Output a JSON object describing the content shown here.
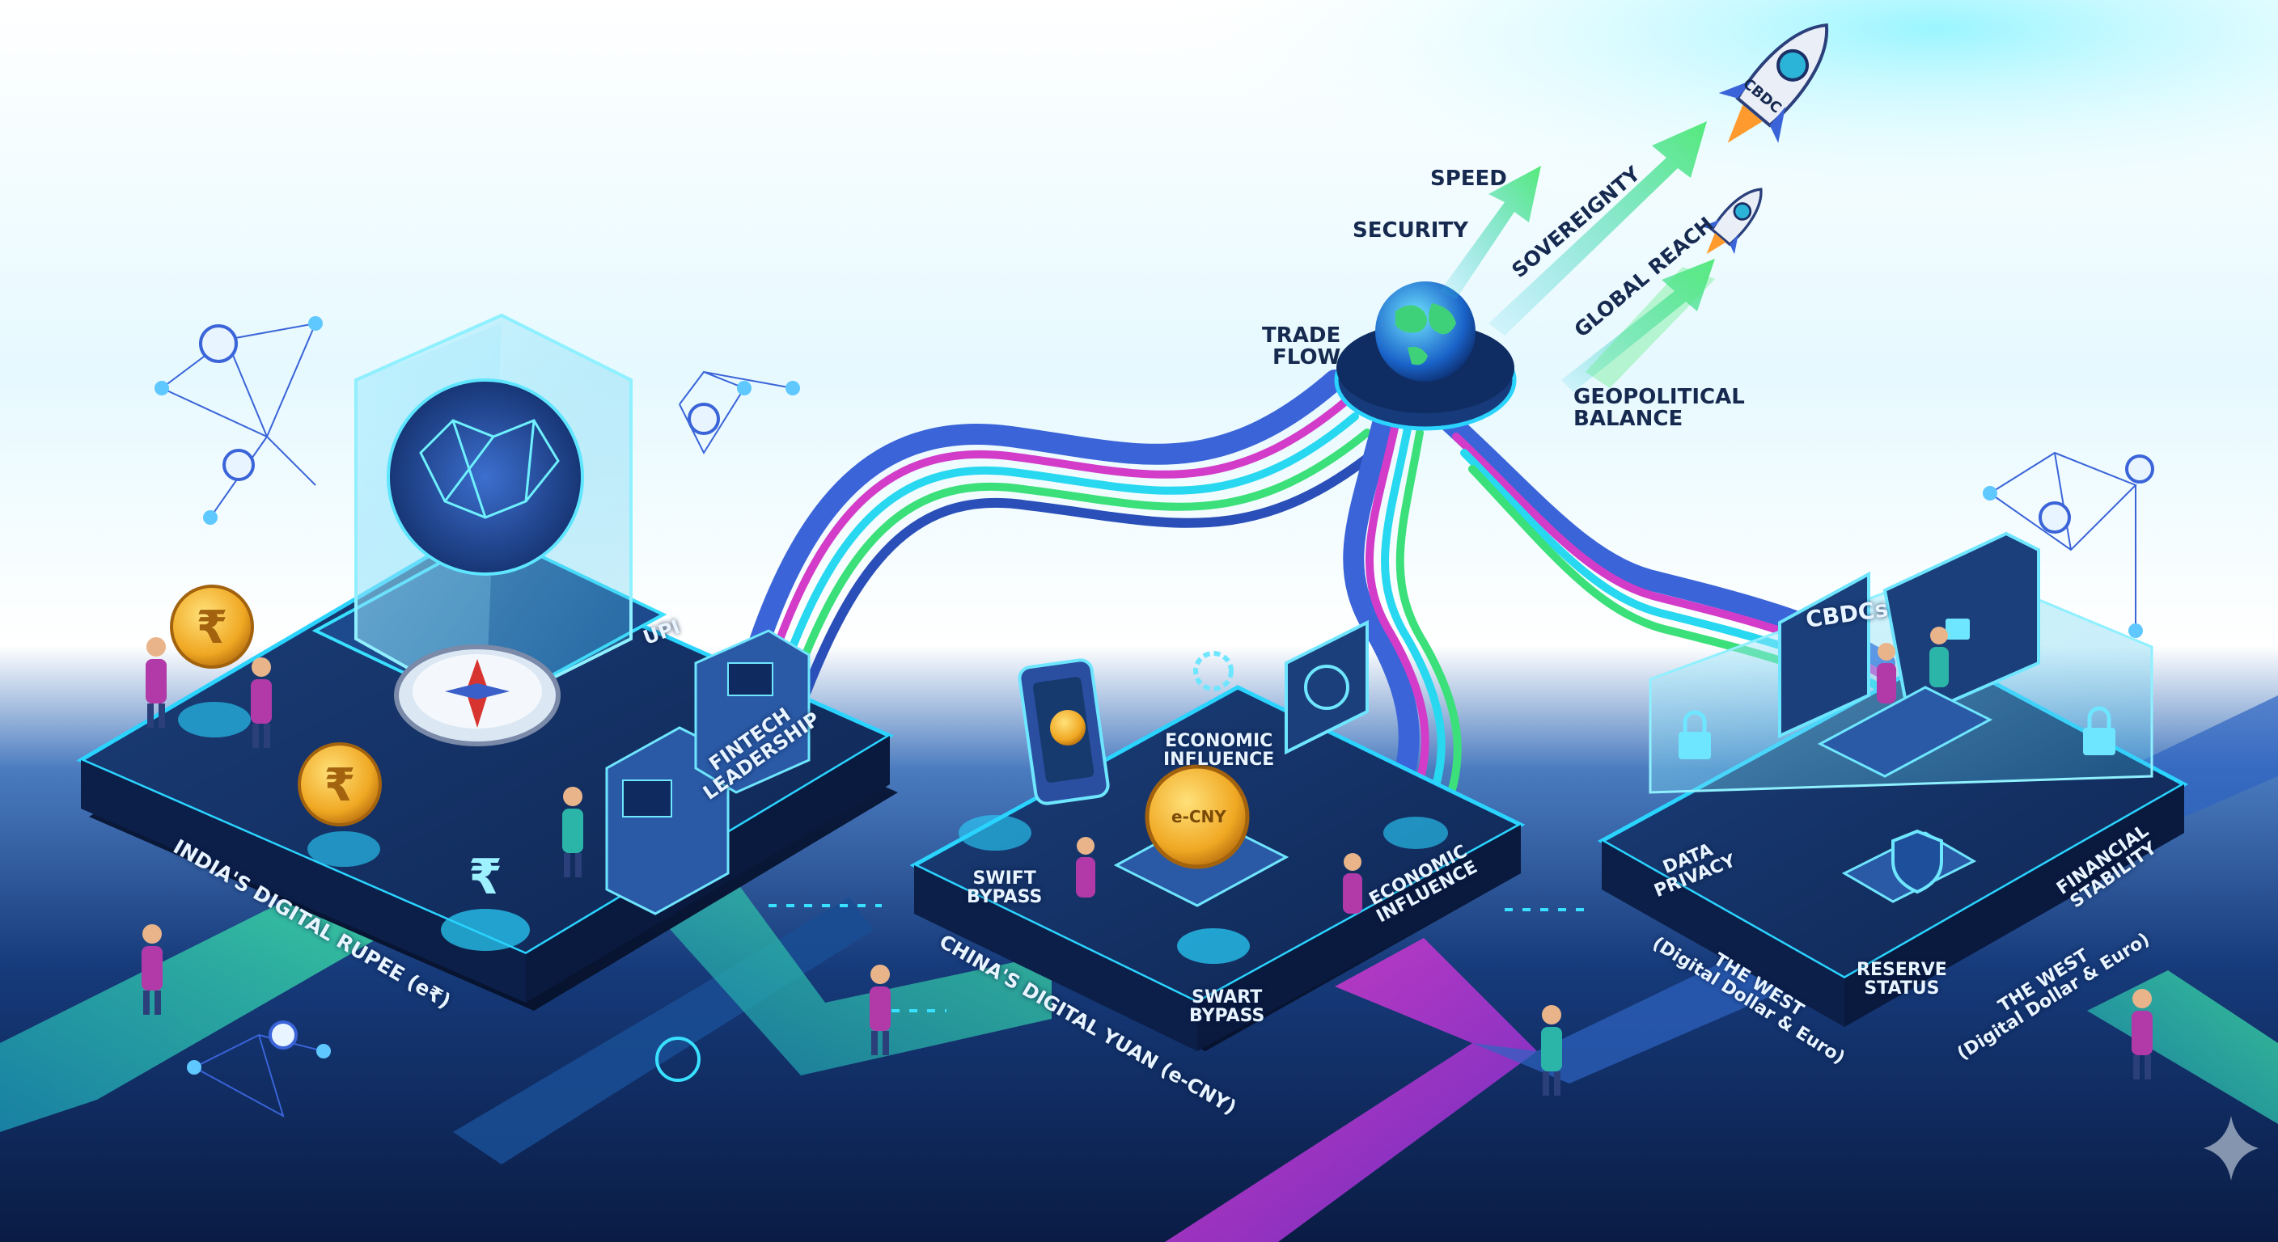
{
  "colors": {
    "sky_top": "#ffffff",
    "sky_mid": "#c9f2ff",
    "deep_navy": "#0b1f4a",
    "platform_top": "#12305f",
    "platform_edge": "#2ad4ff",
    "ribbon_cyan": "#28d8f0",
    "ribbon_magenta": "#d23cc8",
    "ribbon_green": "#3be07a",
    "ribbon_blue": "#3a64d8",
    "arrow_green": "#46e07f",
    "coin_gold": "#f2b32a"
  },
  "icons": [
    "network-node-icon",
    "user-icon",
    "brain-network-icon",
    "compass-icon",
    "rupee-coin-icon",
    "yuan-coin-icon",
    "globe-icon",
    "rocket-icon",
    "lock-icon",
    "shield-icon",
    "atm-icon",
    "smartphone-icon",
    "monitor-icon",
    "gear-icon",
    "sparkle-icon"
  ],
  "labels": {
    "speed": "SPEED",
    "security": "SECURITY",
    "sovereignty": "SOVEREIGNTY",
    "global_reach": "GLOBAL REACH",
    "trade_flow": "TRADE\nFLOW",
    "geopolitical_balance": "GEOPOLITICAL\nBALANCE",
    "rocket_cbdc": "CBDC",
    "fintech_leadership": "FINTECH\nLEADERSHIP",
    "upi": "UPI",
    "india": "INDIA'S DIGITAL RUPEE (e₹)",
    "economic_influence_top": "ECONOMIC\nINFLUENCE",
    "economic_influence_right": "ECONOMIC\nINFLUENCE",
    "swift_bypass": "SWIFT\nBYPASS",
    "swart_bypass": "SWART\nBYPASS",
    "ecny_coin": "e-CNY",
    "china": "CHINA'S DIGITAL YUAN (e-CNY)",
    "cbdcs": "CBDCs",
    "data_privacy": "DATA\nPRIVACY",
    "reserve_status": "RESERVE\nSTATUS",
    "financial_stability": "FINANCIAL\nSTABILITY",
    "west_left": "THE WEST\n(Digital Dollar & Euro)",
    "west_right": "THE WEST\n(Digital Dollar & Euro)"
  }
}
